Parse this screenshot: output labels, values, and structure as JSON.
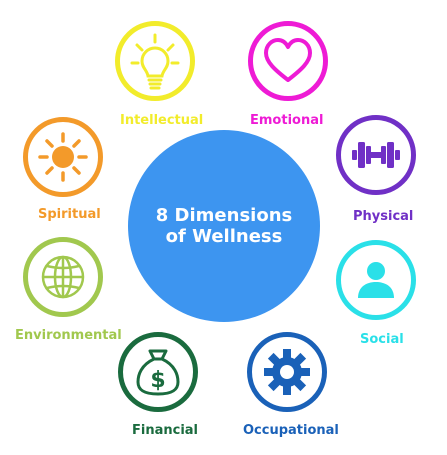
{
  "diagram": {
    "title_line1": "8 Dimensions",
    "title_line2": "of Wellness",
    "hub_color": "#3d95f0"
  },
  "dimensions": [
    {
      "label": "Intellectual",
      "color": "#f2ec2b",
      "icon": "lightbulb-icon"
    },
    {
      "label": "Emotional",
      "color": "#ee1bd5",
      "icon": "heart-icon"
    },
    {
      "label": "Physical",
      "color": "#7030c6",
      "icon": "dumbbell-icon"
    },
    {
      "label": "Social",
      "color": "#2ae0e8",
      "icon": "person-icon"
    },
    {
      "label": "Occupational",
      "color": "#1a61b8",
      "icon": "gear-icon"
    },
    {
      "label": "Financial",
      "color": "#1a6b3e",
      "icon": "money-bag-icon"
    },
    {
      "label": "Environmental",
      "color": "#a1c84e",
      "icon": "globe-icon"
    },
    {
      "label": "Spiritual",
      "color": "#f39a2a",
      "icon": "sun-icon"
    }
  ]
}
